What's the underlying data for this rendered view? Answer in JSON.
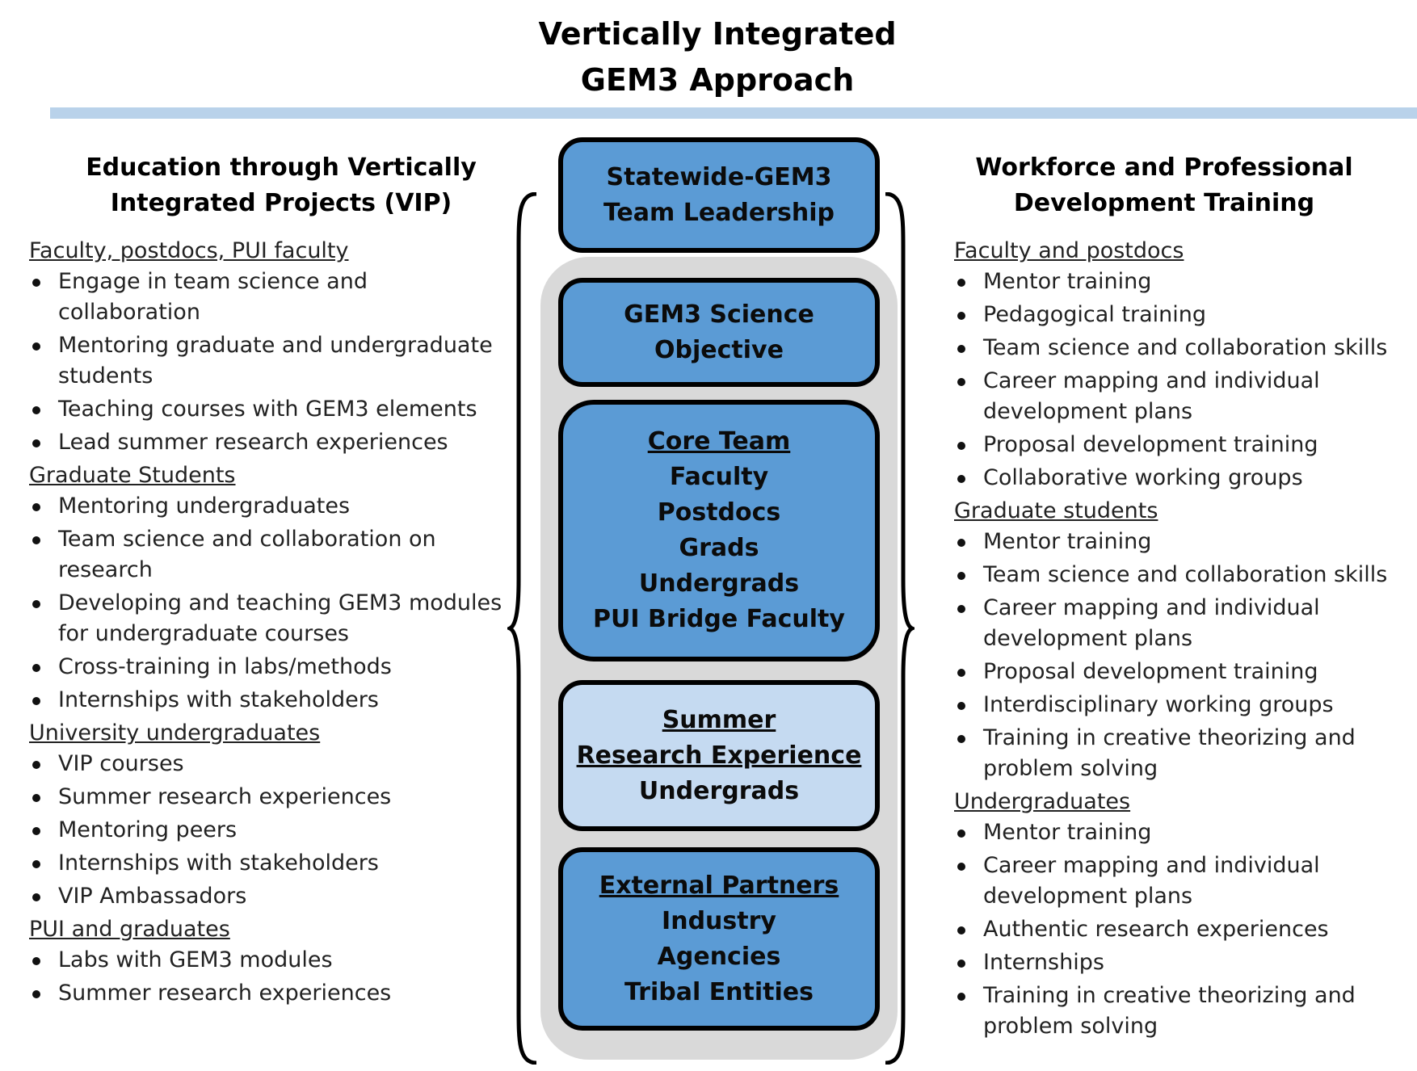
{
  "title": {
    "line1": "Vertically Integrated",
    "line2": "GEM3 Approach"
  },
  "colors": {
    "rule": "#b9d2ea",
    "box_dark": "#5b9bd5",
    "box_light": "#c5daf1",
    "container": "#d9d9d9"
  },
  "left": {
    "heading_line1": "Education through Vertically",
    "heading_line2": "Integrated Projects (VIP)",
    "groups": [
      {
        "label": "Faculty, postdocs, PUI faculty",
        "items": [
          "Engage in team science and collaboration",
          "Mentoring graduate and undergraduate students",
          "Teaching courses with GEM3 elements",
          "Lead summer research experiences"
        ]
      },
      {
        "label": "Graduate Students",
        "items": [
          "Mentoring undergraduates",
          "Team science and collaboration on research",
          "Developing and teaching GEM3 modules for undergraduate courses",
          "Cross-training in labs/methods",
          "Internships with stakeholders"
        ]
      },
      {
        "label": "University undergraduates",
        "items": [
          "VIP courses",
          "Summer research experiences",
          "Mentoring peers",
          "Internships with stakeholders",
          "VIP Ambassadors"
        ]
      },
      {
        "label": "PUI and graduates",
        "items": [
          "Labs with GEM3 modules",
          "Summer research experiences"
        ]
      }
    ]
  },
  "center": {
    "leadership": [
      "Statewide-GEM3",
      "Team Leadership"
    ],
    "science": [
      "GEM3 Science",
      "Objective"
    ],
    "core": {
      "heading": "Core Team",
      "items": [
        "Faculty",
        "Postdocs",
        "Grads",
        "Undergrads",
        "PUI Bridge Faculty"
      ]
    },
    "summer": {
      "heading1": "Summer",
      "heading2": "Research Experience",
      "item": "Undergrads"
    },
    "partners": {
      "heading": "External Partners",
      "items": [
        "Industry",
        "Agencies",
        "Tribal Entities"
      ]
    }
  },
  "right": {
    "heading_line1": "Workforce and Professional",
    "heading_line2": "Development Training",
    "groups": [
      {
        "label": "Faculty and postdocs",
        "items": [
          "Mentor training",
          "Pedagogical training",
          "Team science and collaboration skills",
          "Career mapping and individual development plans",
          "Proposal development training",
          "Collaborative working groups"
        ]
      },
      {
        "label": "Graduate students",
        "items": [
          "Mentor training",
          "Team science and collaboration skills",
          "Career mapping and individual development plans",
          "Proposal development training",
          "Interdisciplinary working groups",
          "Training in creative theorizing and problem solving"
        ]
      },
      {
        "label": "Undergraduates",
        "items": [
          "Mentor training",
          "Career mapping and individual development plans",
          "Authentic research experiences",
          "Internships",
          "Training in creative theorizing and problem solving"
        ]
      }
    ]
  }
}
